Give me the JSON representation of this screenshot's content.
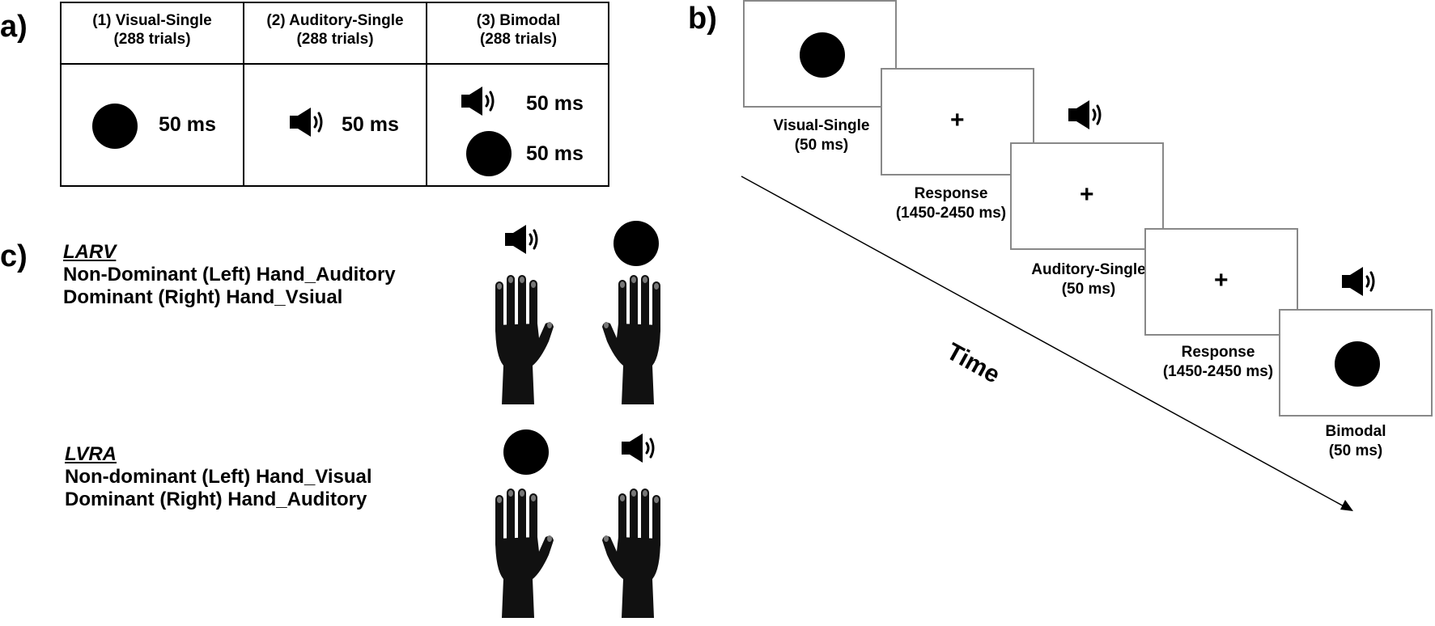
{
  "panels": {
    "a": "a)",
    "b": "b)",
    "c": "c)"
  },
  "table": {
    "headers": [
      {
        "line1": "(1) Visual-Single",
        "line2": "(288 trials)"
      },
      {
        "line1": "(2) Auditory-Single",
        "line2": "(288 trials)"
      },
      {
        "line1": "(3) Bimodal",
        "line2": "(288 trials)"
      }
    ],
    "visual_duration": "50 ms",
    "auditory_duration": "50 ms",
    "bimodal_auditory_duration": "50 ms",
    "bimodal_visual_duration": "50 ms"
  },
  "timeline": {
    "plus": "+",
    "time_label": "Time",
    "visual_single": {
      "line1": "Visual-Single",
      "line2": "(50 ms)"
    },
    "response1": {
      "line1": "Response",
      "line2": "(1450-2450 ms)"
    },
    "auditory_single": {
      "line1": "Auditory-Single",
      "line2": "(50 ms)"
    },
    "response2": {
      "line1": "Response",
      "line2": "(1450-2450 ms)"
    },
    "bimodal": {
      "line1": "Bimodal",
      "line2": "(50 ms)"
    }
  },
  "conditions": [
    {
      "title": "LARV",
      "line1": "Non-Dominant (Left) Hand_Auditory",
      "line2": "Dominant (Right) Hand_Vsiual"
    },
    {
      "title": "LVRA",
      "line1": "Non-dominant (Left) Hand_Visual",
      "line2": "Dominant (Right) Hand_Auditory"
    }
  ],
  "icons": {
    "speaker": "speaker-icon",
    "circle": "circle-stimulus-icon",
    "hand": "hand-icon"
  },
  "colors": {
    "frame_border": "#888888",
    "ink": "#000000"
  }
}
